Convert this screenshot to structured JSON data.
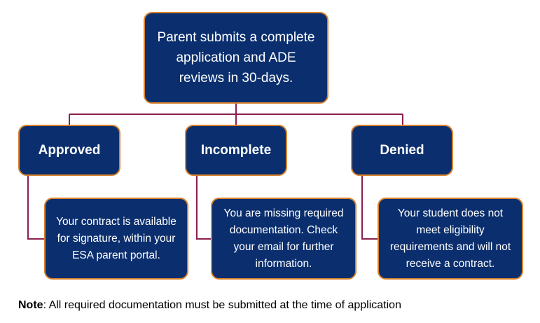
{
  "root": {
    "text": "Parent submits a complete application and ADE reviews in 30-days."
  },
  "branches": [
    {
      "label": "Approved",
      "detail": "Your contract is available for signature, within your ESA parent portal."
    },
    {
      "label": "Incomplete",
      "detail": "You are missing required documentation. Check your email for further information."
    },
    {
      "label": "Denied",
      "detail": "Your student does not meet eligibility requirements and will not receive a contract."
    }
  ],
  "note": {
    "label": "Note",
    "text": ": All required documentation must be submitted at the time of application"
  },
  "colors": {
    "box_fill": "#0b2f6e",
    "box_border": "#d9822b",
    "connector": "#8b1f4e"
  }
}
